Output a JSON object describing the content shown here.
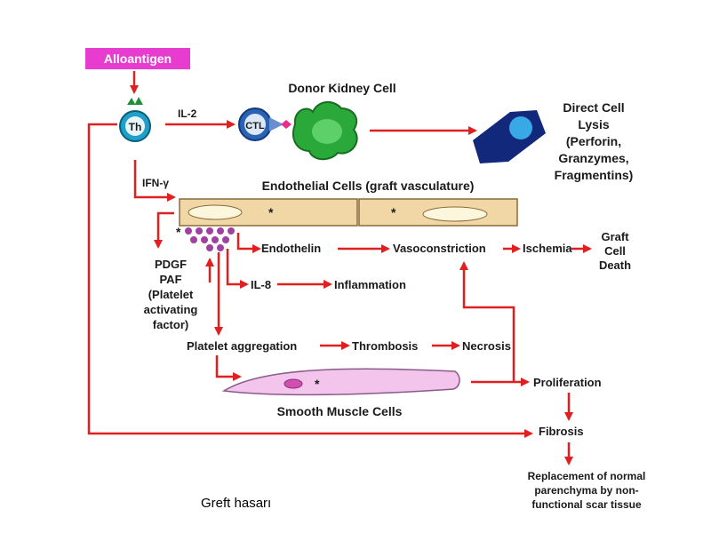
{
  "labels": {
    "alloantigen": "Alloantigen",
    "th": "Th",
    "ctl": "CTL",
    "il2": "IL-2",
    "ifn": "IFN-γ",
    "donor_kidney_cell": "Donor Kidney Cell",
    "direct_lysis": [
      "Direct Cell",
      "Lysis",
      "(Perforin,",
      "Granzymes,",
      "Fragmentins)"
    ],
    "endothelial_cells": "Endothelial Cells (graft vasculature)",
    "star": "*",
    "pdgf": [
      "PDGF",
      "PAF",
      "(Platelet",
      "activating",
      "factor)"
    ],
    "endothelin": "Endothelin",
    "vasoconstriction": "Vasoconstriction",
    "ischemia": "Ischemia",
    "graft_death": [
      "Graft",
      "Cell",
      "Death"
    ],
    "il8": "IL-8",
    "inflammation": "Inflammation",
    "platelet_aggregation": "Platelet aggregation",
    "thrombosis": "Thrombosis",
    "necrosis": "Necrosis",
    "smooth_muscle": "Smooth Muscle Cells",
    "proliferation": "Proliferation",
    "fibrosis": "Fibrosis",
    "replacement": [
      "Replacement of normal",
      "parenchyma by non-",
      "functional scar tissue"
    ],
    "caption": "Greft hasarı"
  },
  "colors": {
    "arrow": "#e02020",
    "alloantigen_bg": "#e83cd0",
    "th_cell": "#1fa0c8",
    "ctl_cell": "#2a62b4",
    "kidney_cell": "#2aa83a",
    "lysed_cell": "#12287a",
    "endothelium": "#f1d7a6",
    "platelet": "#a040a0",
    "smooth_muscle": "#f3c4ec"
  }
}
